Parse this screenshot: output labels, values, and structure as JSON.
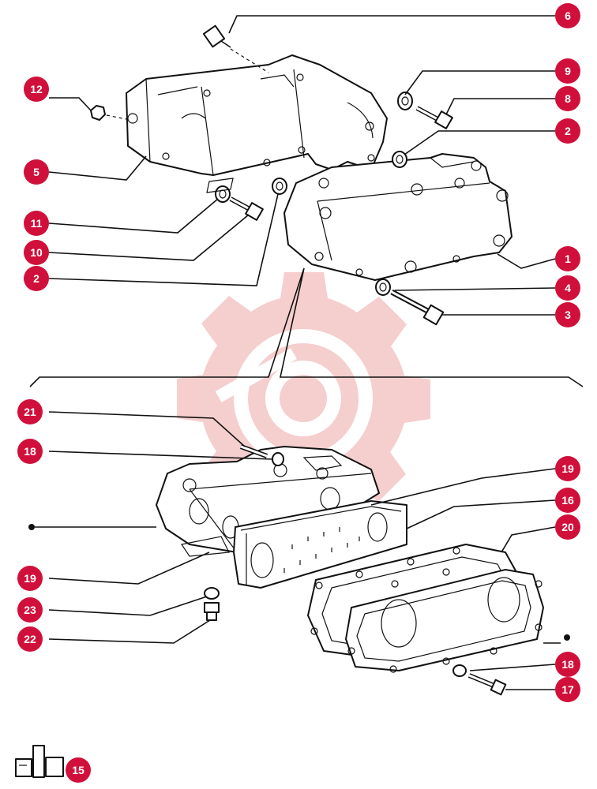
{
  "diagram": {
    "accent_color": "#d0103a",
    "watermark_color": "#f4c6c6",
    "callouts": [
      {
        "id": "c6",
        "label": "6"
      },
      {
        "id": "c12",
        "label": "12"
      },
      {
        "id": "c9",
        "label": "9"
      },
      {
        "id": "c8",
        "label": "8"
      },
      {
        "id": "c2a",
        "label": "2"
      },
      {
        "id": "c5",
        "label": "5"
      },
      {
        "id": "c11",
        "label": "11"
      },
      {
        "id": "c10",
        "label": "10"
      },
      {
        "id": "c2b",
        "label": "2"
      },
      {
        "id": "c1",
        "label": "1"
      },
      {
        "id": "c4",
        "label": "4"
      },
      {
        "id": "c3",
        "label": "3"
      },
      {
        "id": "c21",
        "label": "21"
      },
      {
        "id": "c18a",
        "label": "18"
      },
      {
        "id": "c19a",
        "label": "19"
      },
      {
        "id": "c16",
        "label": "16"
      },
      {
        "id": "c20",
        "label": "20"
      },
      {
        "id": "c19b",
        "label": "19"
      },
      {
        "id": "c23",
        "label": "23"
      },
      {
        "id": "c22",
        "label": "22"
      },
      {
        "id": "c18b",
        "label": "18"
      },
      {
        "id": "c17",
        "label": "17"
      },
      {
        "id": "c15",
        "label": "15"
      }
    ]
  }
}
